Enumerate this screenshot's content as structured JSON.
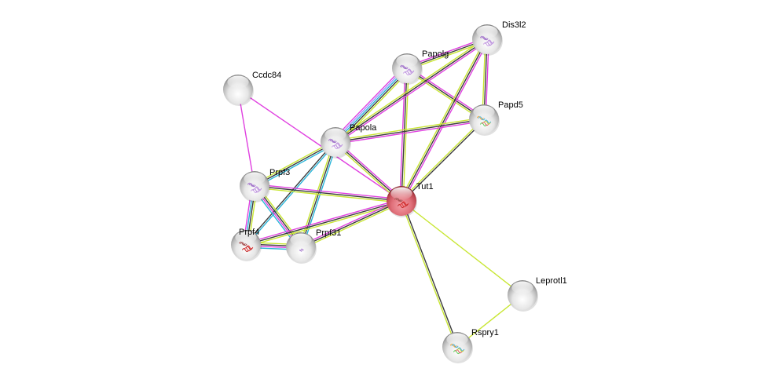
{
  "diagram": {
    "type": "protein-interaction-network",
    "edge_colors": {
      "textmining": "#c8e632",
      "coexpression": "#3c3c3c",
      "experiments": "#e040e0",
      "databases": "#28b4d8",
      "homology": "#9999ff"
    },
    "nodes": [
      {
        "id": "Ccdc84",
        "label": "Ccdc84",
        "query": false,
        "structure": "none"
      },
      {
        "id": "Papolg",
        "label": "Papolg",
        "query": false,
        "structure": "purple"
      },
      {
        "id": "Dis3l2",
        "label": "Dis3l2",
        "query": false,
        "structure": "purple"
      },
      {
        "id": "Papd5",
        "label": "Papd5",
        "query": false,
        "structure": "multicolor"
      },
      {
        "id": "Papola",
        "label": "Papola",
        "query": false,
        "structure": "purple"
      },
      {
        "id": "Prpf3",
        "label": "Prpf3",
        "query": false,
        "structure": "purple"
      },
      {
        "id": "Tut1",
        "label": "Tut1",
        "query": true,
        "structure": "red"
      },
      {
        "id": "Prpf4",
        "label": "Prpf4",
        "query": false,
        "structure": "red"
      },
      {
        "id": "Prpf31",
        "label": "Prpf31",
        "query": false,
        "structure": "purple-small"
      },
      {
        "id": "Leprotl1",
        "label": "Leprotl1",
        "query": false,
        "structure": "none"
      },
      {
        "id": "Rspry1",
        "label": "Rspry1",
        "query": false,
        "structure": "multicolor"
      }
    ],
    "edges": [
      {
        "a": "Ccdc84",
        "b": "Prpf3",
        "types": [
          "experiments"
        ]
      },
      {
        "a": "Ccdc84",
        "b": "Tut1",
        "types": [
          "experiments"
        ]
      },
      {
        "a": "Papolg",
        "b": "Dis3l2",
        "types": [
          "experiments",
          "coexpression",
          "textmining"
        ]
      },
      {
        "a": "Papolg",
        "b": "Papd5",
        "types": [
          "experiments",
          "coexpression",
          "textmining"
        ]
      },
      {
        "a": "Papolg",
        "b": "Papola",
        "types": [
          "textmining",
          "coexpression",
          "databases",
          "homology",
          "experiments"
        ]
      },
      {
        "a": "Papolg",
        "b": "Tut1",
        "types": [
          "textmining",
          "coexpression",
          "experiments"
        ]
      },
      {
        "a": "Dis3l2",
        "b": "Papd5",
        "types": [
          "experiments",
          "coexpression",
          "textmining"
        ]
      },
      {
        "a": "Dis3l2",
        "b": "Papola",
        "types": [
          "experiments",
          "coexpression",
          "textmining"
        ]
      },
      {
        "a": "Dis3l2",
        "b": "Tut1",
        "types": [
          "experiments",
          "coexpression",
          "textmining"
        ]
      },
      {
        "a": "Papd5",
        "b": "Papola",
        "types": [
          "experiments",
          "coexpression",
          "textmining"
        ]
      },
      {
        "a": "Papd5",
        "b": "Tut1",
        "types": [
          "coexpression",
          "textmining"
        ]
      },
      {
        "a": "Papola",
        "b": "Tut1",
        "types": [
          "experiments",
          "coexpression",
          "textmining"
        ]
      },
      {
        "a": "Papola",
        "b": "Prpf3",
        "types": [
          "databases",
          "coexpression",
          "textmining"
        ]
      },
      {
        "a": "Papola",
        "b": "Prpf4",
        "types": [
          "databases",
          "coexpression"
        ]
      },
      {
        "a": "Papola",
        "b": "Prpf31",
        "types": [
          "databases",
          "coexpression",
          "textmining"
        ]
      },
      {
        "a": "Prpf3",
        "b": "Tut1",
        "types": [
          "experiments",
          "coexpression",
          "textmining"
        ]
      },
      {
        "a": "Prpf3",
        "b": "Prpf4",
        "types": [
          "textmining",
          "coexpression",
          "databases",
          "experiments"
        ]
      },
      {
        "a": "Prpf3",
        "b": "Prpf31",
        "types": [
          "textmining",
          "coexpression",
          "experiments",
          "databases"
        ]
      },
      {
        "a": "Prpf4",
        "b": "Prpf31",
        "types": [
          "textmining",
          "coexpression",
          "experiments",
          "databases"
        ]
      },
      {
        "a": "Prpf4",
        "b": "Tut1",
        "types": [
          "experiments",
          "coexpression",
          "textmining"
        ]
      },
      {
        "a": "Prpf31",
        "b": "Tut1",
        "types": [
          "experiments",
          "coexpression",
          "textmining"
        ]
      },
      {
        "a": "Tut1",
        "b": "Rspry1",
        "types": [
          "coexpression",
          "textmining"
        ]
      },
      {
        "a": "Tut1",
        "b": "Leprotl1",
        "types": [
          "textmining"
        ]
      },
      {
        "a": "Leprotl1",
        "b": "Rspry1",
        "types": [
          "textmining"
        ]
      }
    ]
  }
}
